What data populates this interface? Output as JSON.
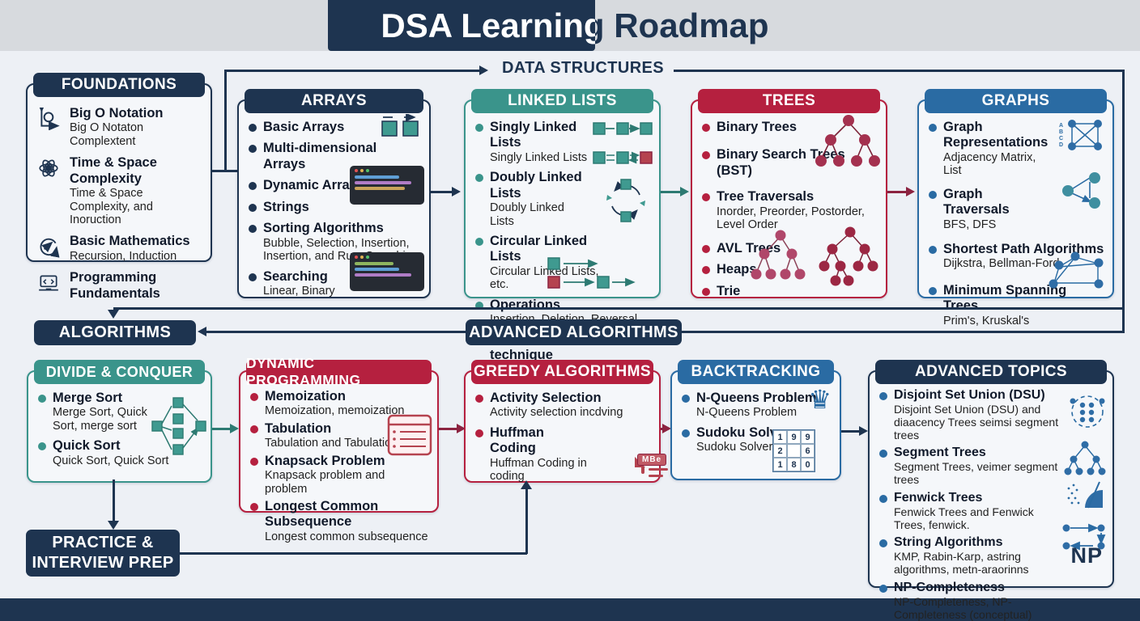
{
  "header": {
    "title": "DSA Learning Roadmap"
  },
  "flow": {
    "data_structures": "DATA STRUCTURES",
    "algorithms": "ALGORITHMS",
    "advanced_algorithms": "ADVANCED ALGORITHMS",
    "practice_line1": "PRACTICE &",
    "practice_line2": "INTERVIEW PREP"
  },
  "colors": {
    "navy": "#1e3450",
    "teal": "#3a948b",
    "crimson": "#b5203f",
    "steel_blue": "#2a6ba3",
    "canvas": "#edf0f5"
  },
  "cards": {
    "foundations": {
      "title": "FOUNDATIONS",
      "items": [
        {
          "icon": "big-o-axis-icon",
          "title": "Big O Notation",
          "sub": "Big O Notaton Complextent"
        },
        {
          "icon": "atom-gear-icon",
          "title": "Time & Space Complexity",
          "sub": "Time & Space Complexity, and Inoruction"
        },
        {
          "icon": "recursion-arrow-icon",
          "title": "Basic Mathematics",
          "sub": "Recursion, Induction"
        },
        {
          "icon": "laptop-code-icon",
          "title": "Programming Fundamentals",
          "sub": ""
        }
      ]
    },
    "arrays": {
      "title": "ARRAYS",
      "items": [
        {
          "title": "Basic Arrays"
        },
        {
          "title": "Multi-dimensional Arrays"
        },
        {
          "title": "Dynamic Arrays"
        },
        {
          "title": "Strings"
        },
        {
          "title": "Sorting Algorithms",
          "sub": "Bubble, Selection, Insertion, Insertion, and Run, Searchiny"
        },
        {
          "title": "Searching",
          "sub": "Linear, Binary"
        }
      ]
    },
    "linked_lists": {
      "title": "LINKED LISTS",
      "items": [
        {
          "title": "Singly Linked Lists",
          "sub": "Singly Linked Lists"
        },
        {
          "title": "Doubly Linked Lists",
          "sub": "Doubly Linked Lists"
        },
        {
          "title": "Circular Linked Lists",
          "sub": "Circular Linked Lists, etc."
        },
        {
          "title": "Operations",
          "sub": "Insertion, Deletion, Reversal"
        },
        {
          "title": "Fast and Slow Pointer technique",
          "sub": ""
        }
      ]
    },
    "trees": {
      "title": "TREES",
      "items": [
        {
          "title": "Binary Trees"
        },
        {
          "title": "Binary Search Trees (BST)"
        },
        {
          "title": "Tree Traversals",
          "sub": "Inorder, Preorder, Postorder, Level Order"
        },
        {
          "title": "AVL Trees"
        },
        {
          "title": "Heaps"
        },
        {
          "title": "Trie"
        }
      ]
    },
    "graphs": {
      "title": "GRAPHS",
      "adjacency_labels": [
        "A",
        "B",
        "C",
        "D"
      ],
      "items": [
        {
          "title": "Graph Representations",
          "sub": "Adjacency Matrix, List"
        },
        {
          "title": "Graph Traversals",
          "sub": "BFS, DFS"
        },
        {
          "title": "Shortest Path Algorithms",
          "sub": "Dijkstra, Bellman-Ford"
        },
        {
          "title": "Minimum Spanning Trees",
          "sub": "Prim's, Kruskal's"
        }
      ]
    },
    "divide_conquer": {
      "title": "DIVIDE & CONQUER",
      "items": [
        {
          "title": "Merge Sort",
          "sub": "Merge Sort, Quick Sort, merge sort"
        },
        {
          "title": "Quick Sort",
          "sub": "Quick Sort, Quick Sort"
        }
      ]
    },
    "dynamic_programming": {
      "title": "DYNAMIC PROGRAMMING",
      "items": [
        {
          "title": "Memoization",
          "sub": "Memoization, memoization"
        },
        {
          "title": "Tabulation",
          "sub": "Tabulation and Tabulation"
        },
        {
          "title": "Knapsack Problem",
          "sub": "Knapsack problem and problem"
        },
        {
          "title": "Longest Common Subsequence",
          "sub": "Longest common subsequence"
        }
      ]
    },
    "greedy": {
      "title": "GREEDY ALGORITHMS",
      "file_label": "MBe",
      "items": [
        {
          "title": "Activity Selection",
          "sub": "Activity selection incdving"
        },
        {
          "title": "Huffman Coding",
          "sub": "Huffman Coding in coding"
        }
      ]
    },
    "backtracking": {
      "title": "BACKTRACKING",
      "sudoku_grid": [
        "1",
        "9",
        "9",
        "2",
        "",
        "6",
        "1",
        "8",
        "0"
      ],
      "items": [
        {
          "title": "N-Queens Problem",
          "sub": "N-Queens Problem"
        },
        {
          "title": "Sudoku Solver",
          "sub": "Sudoku Solver"
        }
      ]
    },
    "advanced_topics": {
      "title": "ADVANCED TOPICS",
      "np_label": "NP",
      "items": [
        {
          "title": "Disjoint Set Union (DSU)",
          "sub": "Disjoint Set Union (DSU) and diaacency Trees seimsi segment trees"
        },
        {
          "title": "Segment Trees",
          "sub": "Segment Trees, veimer segment trees"
        },
        {
          "title": "Fenwick Trees",
          "sub": "Fenwick Trees and Fenwick Trees, fenwick."
        },
        {
          "title": "String Algorithms",
          "sub": "KMP, Rabin-Karp, astring algorithms, metn-araorinns"
        },
        {
          "title": "NP-Completeness",
          "sub": "NP-Completeness, NP-Completeness (conceptual)"
        }
      ]
    }
  }
}
